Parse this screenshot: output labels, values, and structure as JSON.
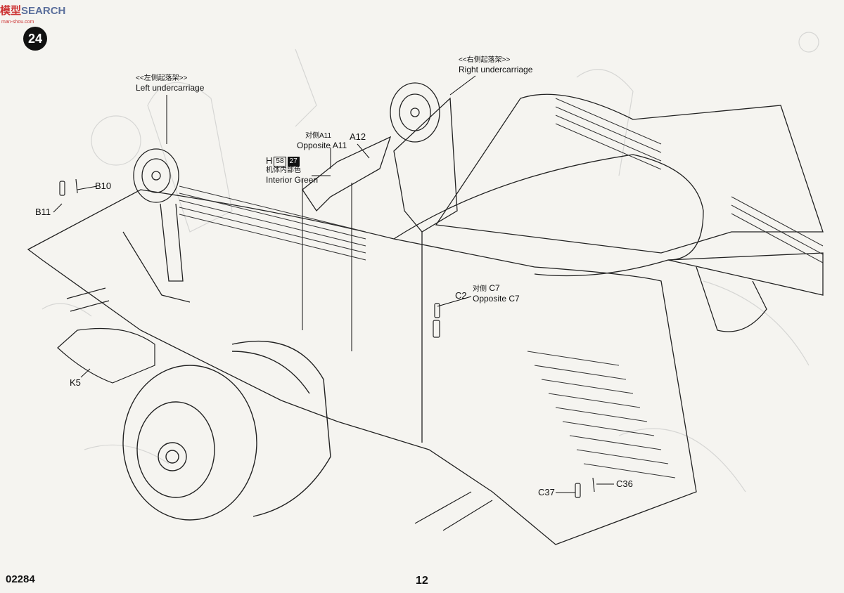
{
  "watermark": {
    "part1": "模型",
    "part2": "SEARCH",
    "subtitle": "man-shou.com"
  },
  "step": "24",
  "footer": {
    "code": "02284",
    "page": "12"
  },
  "callouts": {
    "left_undercarriage": {
      "cn": "<<左侧起落架>>",
      "en": "Left undercarriage"
    },
    "right_undercarriage": {
      "cn": "<<右侧起落架>>",
      "en": "Right undercarriage"
    },
    "opposite_a11": {
      "cn": "对侧A11",
      "en": "Opposite A11"
    },
    "opposite_c7": {
      "cn": "对侧",
      "part": "C7",
      "en": "Opposite C7"
    },
    "interior_green": {
      "prefix": "H",
      "code1": "58",
      "code2": "27",
      "cn": "机体内部色",
      "en": "Interior Green"
    }
  },
  "parts": {
    "a12": "A12",
    "b10": "B10",
    "b11": "B11",
    "k5": "K5",
    "c2": "C2",
    "c36": "C36",
    "c37": "C37"
  }
}
